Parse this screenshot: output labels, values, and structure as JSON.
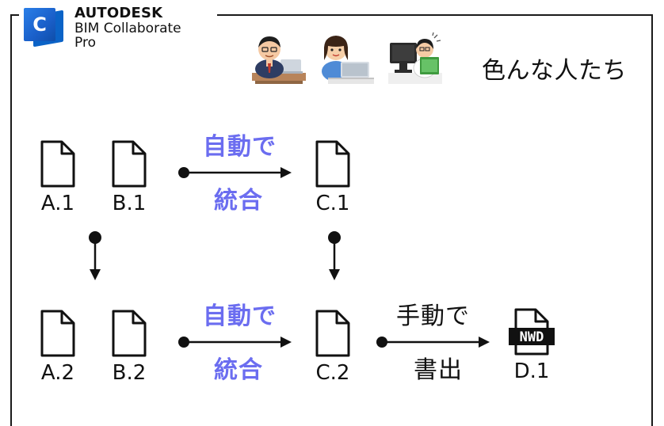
{
  "brand": {
    "logo_letter": "C",
    "company": "AUTODESK",
    "product_line1": "BIM Collaborate",
    "product_line2": "Pro"
  },
  "people": {
    "caption": "色んな人たち",
    "icons": [
      "office-worker-icon",
      "woman-laptop-icon",
      "researcher-monitor-icon"
    ]
  },
  "documents": {
    "row1": [
      "A.1",
      "B.1",
      "C.1"
    ],
    "row2": [
      "A.2",
      "B.2",
      "C.2"
    ],
    "export": {
      "badge": "NWD",
      "label": "D.1"
    }
  },
  "arrows": {
    "merge1_top": "自動で",
    "merge1_bottom": "統合",
    "merge2_top": "自動で",
    "merge2_bottom": "統合",
    "export_top": "手動で",
    "export_bottom": "書出"
  },
  "colors": {
    "accent_text": "#6b6df0",
    "logo_blue": "#1a5fc9",
    "line": "#111111"
  }
}
